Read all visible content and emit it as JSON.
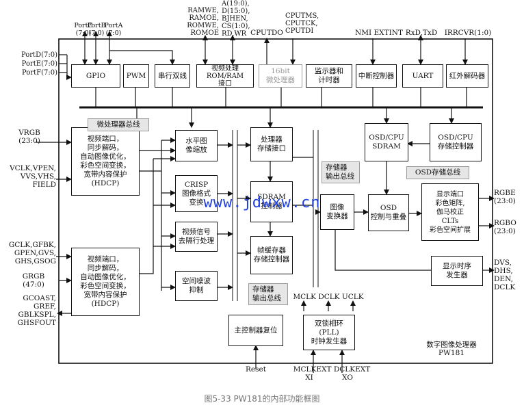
{
  "caption": "图5-33   PW181的内部功能框图",
  "watermark": "www.jdwxw.cn",
  "chip": {
    "title": "数字图像处理器\nPW181"
  },
  "blocks": {
    "gpio": "GPIO",
    "pwm": "PWM",
    "serial": "串行双线",
    "video_rom": "视频处理\nROM/RAM\n接口",
    "cpu16": "16bit\n微处理器",
    "monitor": "监示器和\n计时器",
    "irq": "中断控制器",
    "uart": "UART",
    "ir": "红外解码器",
    "vport1": "视频端口，\n同步解码，\n自动图像优化，\n彩色空间变换，\n宽带内容保护\n(HDCP)",
    "vport2": "视频端口，\n同步解码，\n自动图像优化，\n彩色空间变换，\n宽带内容保护\n(HDCP)",
    "hscale": "水平图\n像缩放",
    "crisp": "CRISP\n图像格式\n变换",
    "deint": "视频信号\n去隔行处理",
    "nr": "空间噪波\n抑制",
    "mem_if": "处理器\n存储接口",
    "sdram_ctl": "SDRAM\n控制器",
    "frame_buf": "帧缓存器\n存储控制器",
    "img_conv": "图像\n变换器",
    "osd_sdram": "OSD/CPU\nSDRAM",
    "osd_ctl": "OSD/CPU\n存储控制器",
    "osd_overlay": "OSD\n控制与重叠",
    "disp_port": "显示端口\n彩色矩阵,\n伽马校正\nCLTs\n彩色空间扩展",
    "timing": "显示时序\n发生器",
    "master_reset": "主控制器复位",
    "pll": "双锁相环\n(PLL)\n时钟发生器"
  },
  "tags": {
    "cpu_bus": "微处理器总线",
    "mem_out_bus1": "存储器\n输出总线",
    "osd_bus": "OSD存储总线",
    "mem_out_bus2": "存储器\n输出总线"
  },
  "pins": {
    "portc": "PortC\n(7:0)",
    "portb": "PortB\n(7:0)",
    "porta": "PortA\n(7:0)",
    "ramwe": "RAMWE,\nRAMOE,\nROMWE,\nROMOE",
    "addr": "A(19:0),\nD(15:0),\nBJHEN,\nCS(1:0),\nRD,WR",
    "cputdo": "CPUTDO",
    "cputms": "CPUTMS,\nCPUTCK,\nCPUTDI",
    "nmi": "NMI EXTINT",
    "rxd": "RxD,TxD",
    "irrcvr": "IRRCVR(1:0)",
    "portd": "PortD(7:0)\nPortE(7:0)\nPortF(7:0)",
    "vrgb": "VRGB\n(23:0)",
    "vclk": "VCLK,VPEN,\nVVS,VHS,\nFIELD",
    "gclk": "GCLK,GFBK,\nGPEN,GVS,\nGHS,GSOG",
    "grgb": "GRGB\n(47:0)",
    "gcoast": "GCOAST,\nGREF,\nGBLKSPL,\nGHSFOUT",
    "rgbe": "RGBE\n(23:0)",
    "rgbo": "RGBO\n(23:0)",
    "dvs": "DVS,\nDHS,\nDEN,\nDCLK",
    "mclk": "MCLK  DCLK  UCLK",
    "reset": "Reset",
    "mclkext": "MCLKEXT  DCLKEXT",
    "xi": "XI",
    "xo": "XO"
  }
}
